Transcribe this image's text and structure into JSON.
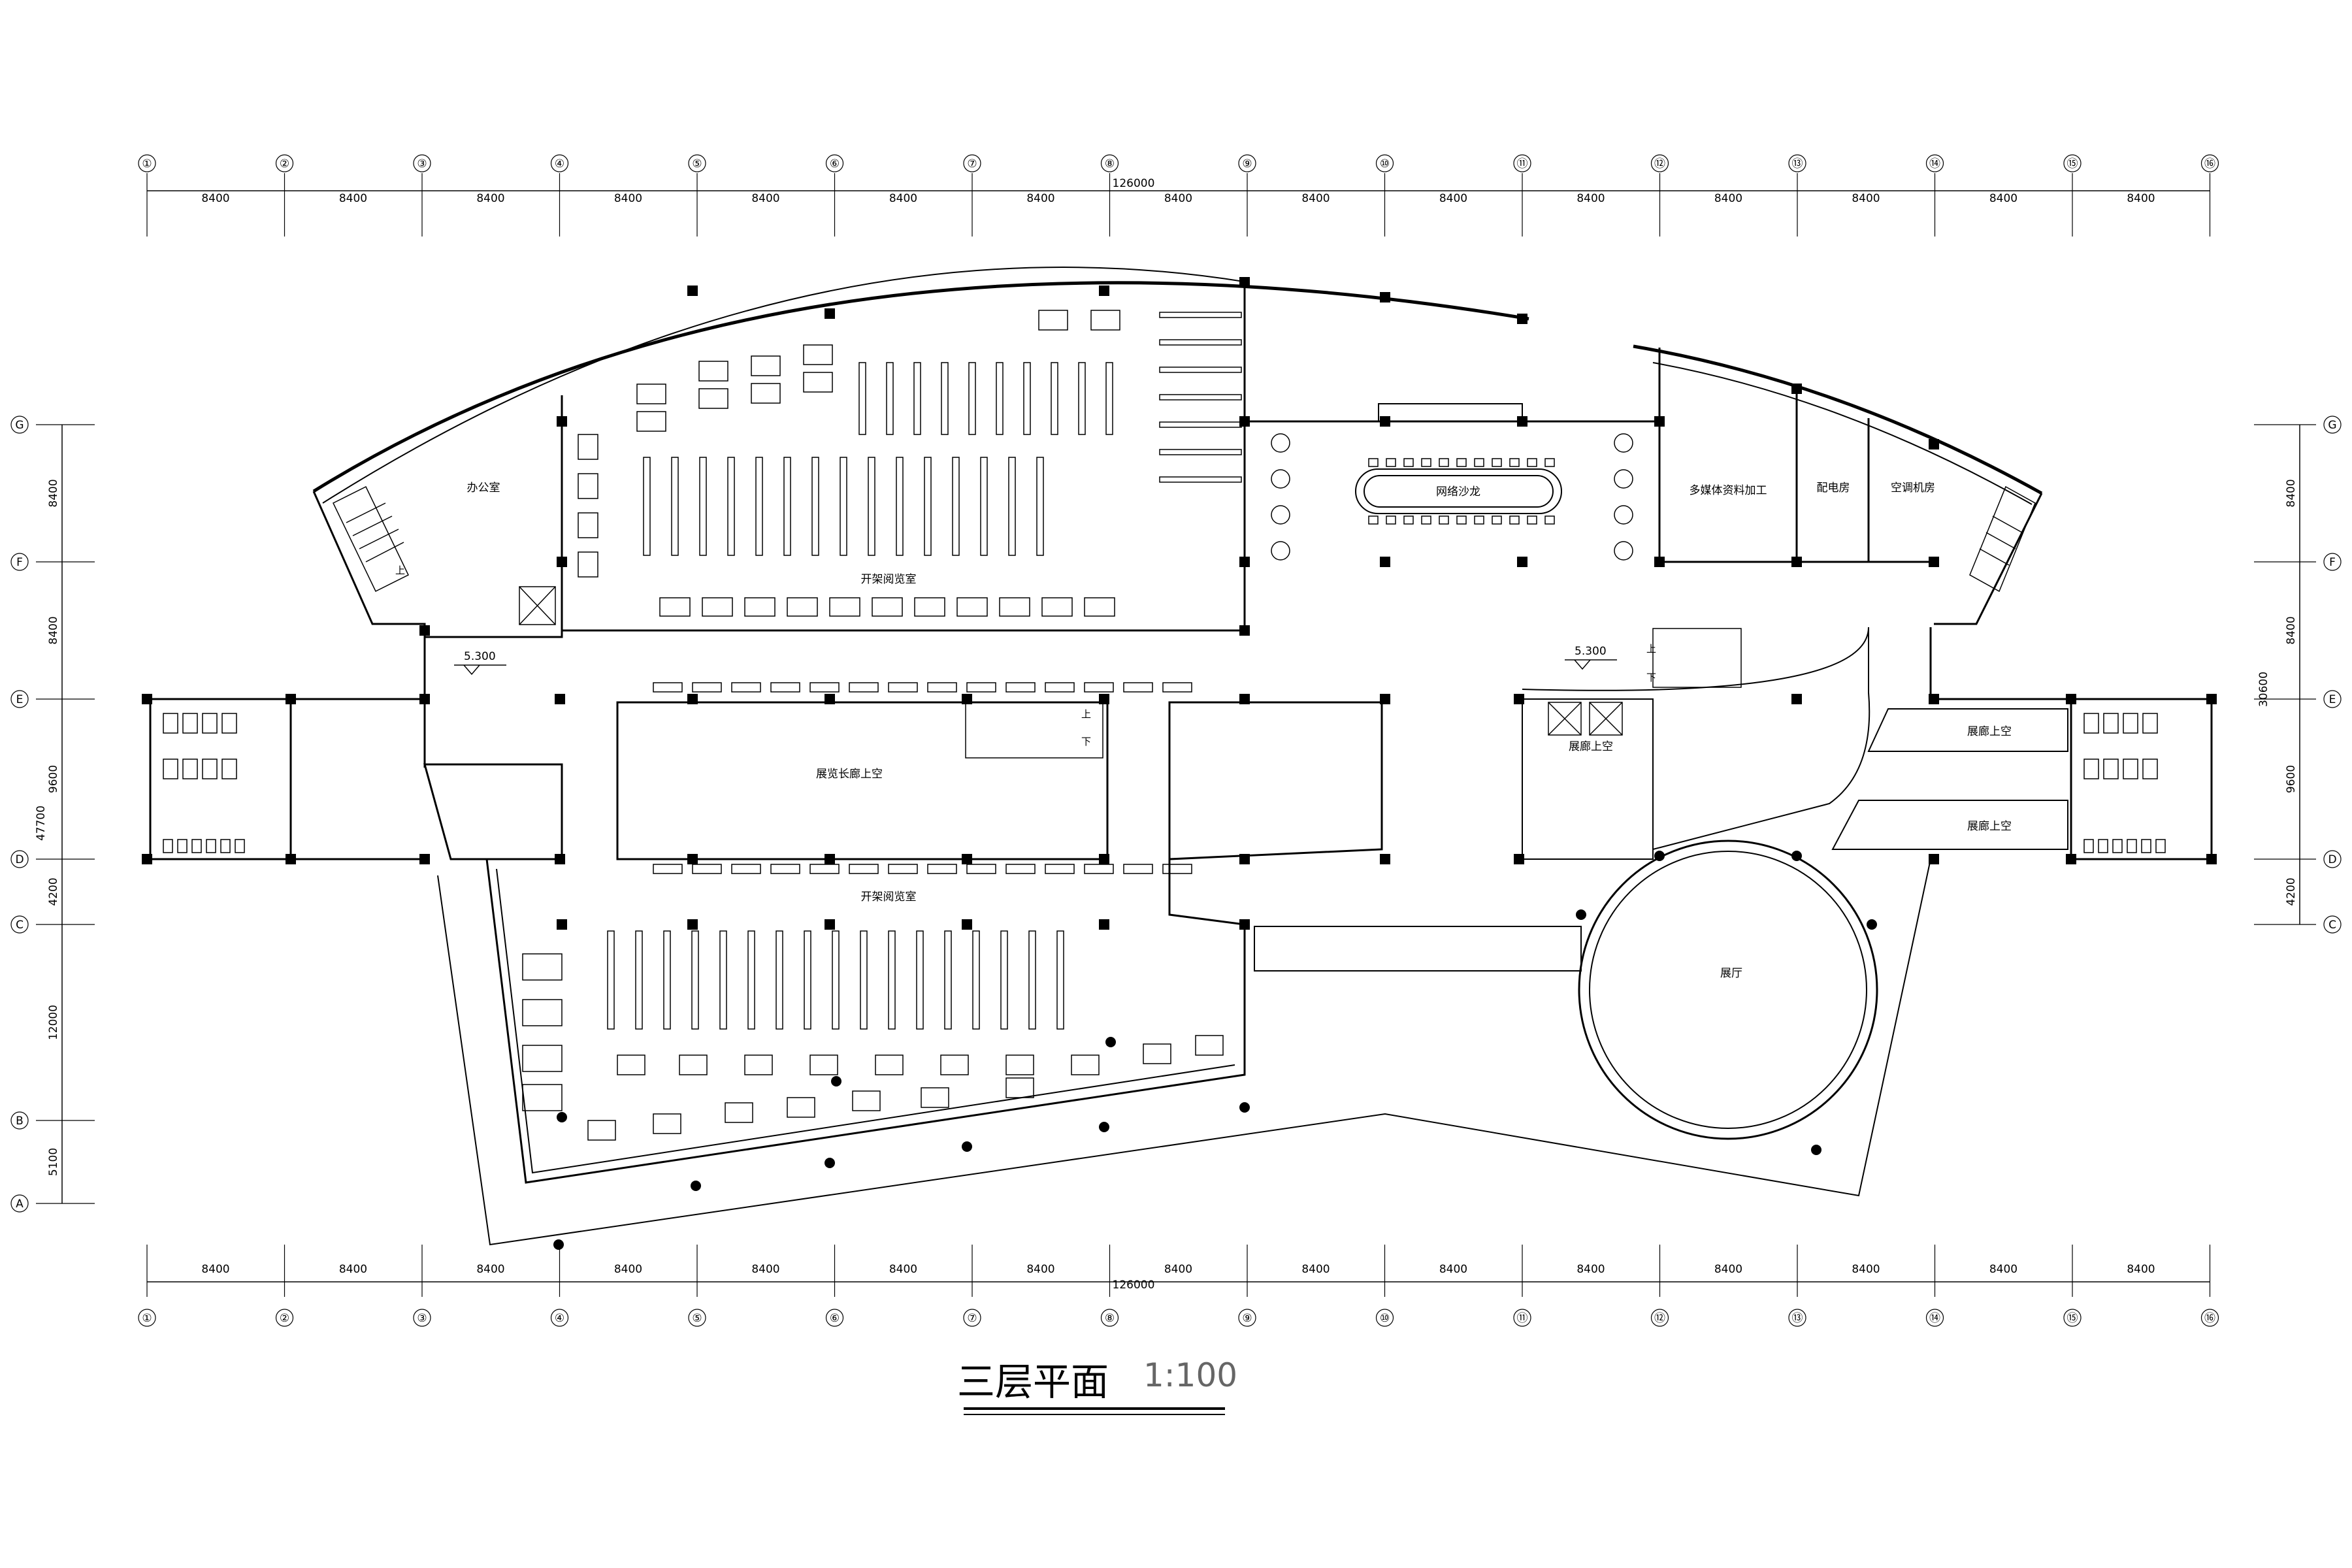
{
  "title": {
    "main": "三层平面",
    "scale": "1:100"
  },
  "axes": {
    "columns": [
      "①",
      "②",
      "③",
      "④",
      "⑤",
      "⑥",
      "⑦",
      "⑧",
      "⑨",
      "⑩",
      "⑪",
      "⑫",
      "⑬",
      "⑭",
      "⑮",
      "⑯"
    ],
    "rows": [
      "G",
      "F",
      "E",
      "D",
      "C",
      "B",
      "A"
    ],
    "column_spacing": "8400",
    "total_width": "126000",
    "left_row_spacings": [
      "8400",
      "8400",
      "9600",
      "4200",
      "12000",
      "5100"
    ],
    "left_total": "47700",
    "right_row_spacings": [
      "8400",
      "8400",
      "9600",
      "4200"
    ],
    "right_total": "30600"
  },
  "levels": [
    "5.300",
    "5.300"
  ],
  "rooms": {
    "office": "办公室",
    "open_reading_north": "开架阅览室",
    "network_sandbox": "网络沙龙",
    "multimedia": "多媒体资料加工",
    "power_room": "配电房",
    "ac_room": "空调机房",
    "atrium_void": "展览长廊上空",
    "gallery_void": "展廊上空",
    "open_reading_south": "开架阅览室",
    "exhibition_hall": "展厅",
    "corridor_void_1": "展廊上空",
    "corridor_void_2": "展廊上空"
  },
  "stair_labels": {
    "up": "上",
    "down": "下"
  }
}
